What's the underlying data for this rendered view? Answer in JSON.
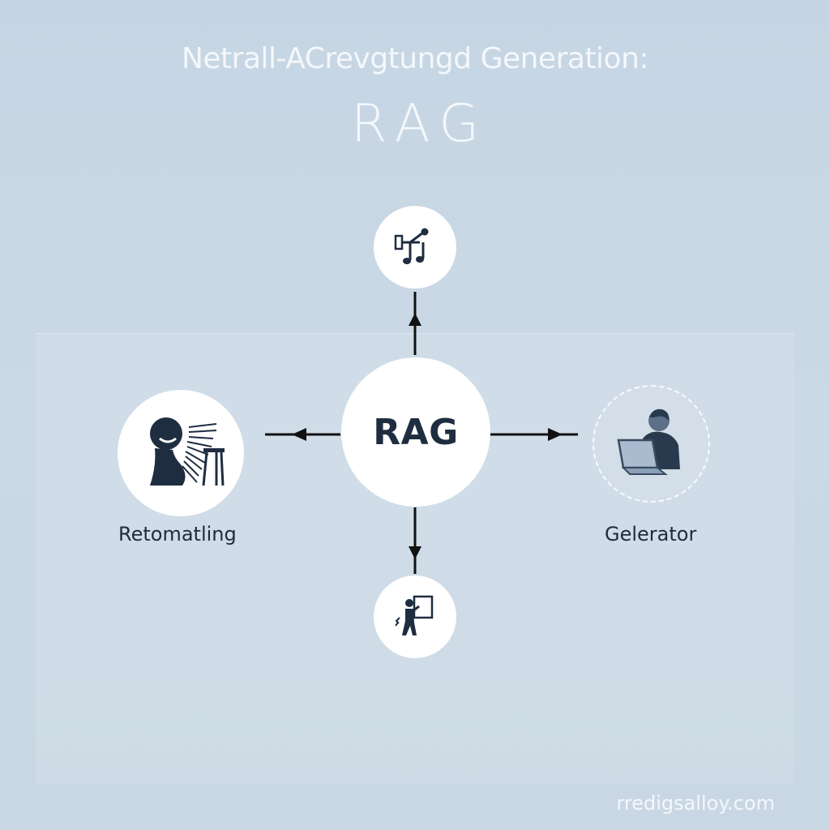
{
  "header": {
    "title": "Netrall-ACrevgtungd Generation:",
    "subtitle": "RAG"
  },
  "diagram": {
    "hub": {
      "label": "RAG"
    },
    "top_node": {
      "icon": "music-note-network-icon"
    },
    "bottom_node": {
      "icon": "person-presenting-board-icon"
    },
    "left_node": {
      "icon": "person-speaking-lectern-icon",
      "label": "Retomatling"
    },
    "right_node": {
      "icon": "person-laptop-icon",
      "label": "Gelerator"
    }
  },
  "footer": {
    "text": "rredigsalloy.com"
  },
  "colors": {
    "background": "#c9d7e4",
    "icon": "#1f2d40",
    "icon_accent": "#7f93ab",
    "wire": "#111111",
    "title": "#f4f7fb"
  }
}
